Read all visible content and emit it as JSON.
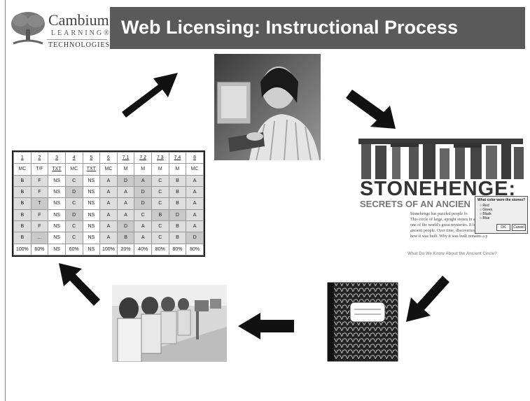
{
  "header": {
    "logo": {
      "name": "Cambium",
      "line2": "LEARNING®",
      "line3": "TECHNOLOGIES"
    },
    "title": "Web Licensing: Instructional Process"
  },
  "scores_table": {
    "headers": [
      "1",
      "2",
      "3",
      "4",
      "5",
      "6",
      "7.1",
      "7.2",
      "7.3",
      "7.4",
      "8"
    ],
    "types": [
      "MC",
      "T/F",
      "TXT",
      "MC",
      "TXT",
      "MC",
      "M",
      "M",
      "M",
      "M",
      "MC"
    ],
    "rows": [
      [
        "B",
        "F",
        "NS",
        "C",
        "NS",
        "A",
        "D",
        "A",
        "C",
        "B",
        "A"
      ],
      [
        "B",
        "F",
        "NS",
        "D",
        "NS",
        "A",
        "A",
        "D",
        "C",
        "B",
        "A"
      ],
      [
        "B",
        "T",
        "NS",
        "C",
        "NS",
        "A",
        "A",
        "D",
        "C",
        "B",
        "A"
      ],
      [
        "B",
        "F",
        "NS",
        "D",
        "NS",
        "A",
        "A",
        "C",
        "B",
        "D",
        "A"
      ],
      [
        "B",
        "F",
        "NS",
        "C",
        "NS",
        "A",
        "D",
        "A",
        "C",
        "B",
        "A"
      ],
      [
        "B",
        "...",
        "NS",
        "C",
        "NS",
        "A",
        "B",
        "A",
        "C",
        "B",
        "D"
      ]
    ],
    "totals": [
      "100%",
      "60%",
      "NS",
      "60%",
      "NS",
      "100%",
      "20%",
      "40%",
      "80%",
      "80%",
      "80%"
    ]
  },
  "stonehenge": {
    "title": "STONEHENGE:",
    "subtitle": "SECRETS OF AN ANCIEN",
    "body_lines": [
      "Stonehenge has puzzled people fo",
      "This circle of large, upright stones in a",
      "one of the world's great mysteries. It h",
      "ancient people. Over time, discoveries have been made about",
      "how it was built. Why it was built remains a puzzle."
    ],
    "question": "What Do We Know About the Ancient Circle?",
    "dialog": {
      "question": "What color were the stones?",
      "options": [
        "Red",
        "Green",
        "Black",
        "Blue"
      ],
      "ok": "OK",
      "cancel": "Cancel"
    }
  },
  "colors": {
    "title_bar": "#5a5a5a",
    "arrow": "#111111"
  }
}
